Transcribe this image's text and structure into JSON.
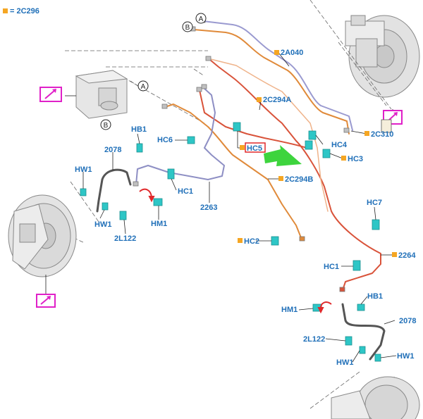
{
  "legend": {
    "swatch_color": "#f5a623",
    "text": "= 2C296"
  },
  "callouts": {
    "a_top": "A",
    "b_top": "B",
    "a_mid": "A",
    "b_mid": "B"
  },
  "labels": {
    "c2A040": "2A040",
    "c2C294A": "2C294A",
    "c2C310": "2C310",
    "c2C294B": "2C294B",
    "c2264": "2264",
    "c2263": "2263",
    "c2078_l": "2078",
    "c2078_r": "2078",
    "hb1_l": "HB1",
    "hb1_r": "HB1",
    "hc6": "HC6",
    "hc5": "HC5",
    "hc4": "HC4",
    "hc3": "HC3",
    "hc1_l": "HC1",
    "hc1_r": "HC1",
    "hc2": "HC2",
    "hc7": "HC7",
    "hw1_l_top": "HW1",
    "hw1_l_bot": "HW1",
    "hw1_r_a": "HW1",
    "hw1_r_b": "HW1",
    "hm1_l": "HM1",
    "hm1_r": "HM1",
    "l2L122_l": "2L122",
    "l2L122_r": "2L122"
  },
  "colors": {
    "label_blue": "#1f6fb8",
    "orange_marker": "#f5a623",
    "link_magenta": "#e020c8",
    "highlight_red": "#e0282a",
    "arrow_green": "#3dd43d",
    "connector_teal": "#2ec6c6",
    "tube_orange": "#e08a3a",
    "tube_red": "#d9533a",
    "tube_violet": "#8e8fc4"
  },
  "icons": {
    "link_left_top": "external-link-icon",
    "link_left_bottom": "external-link-icon",
    "link_right": "external-link-icon"
  }
}
